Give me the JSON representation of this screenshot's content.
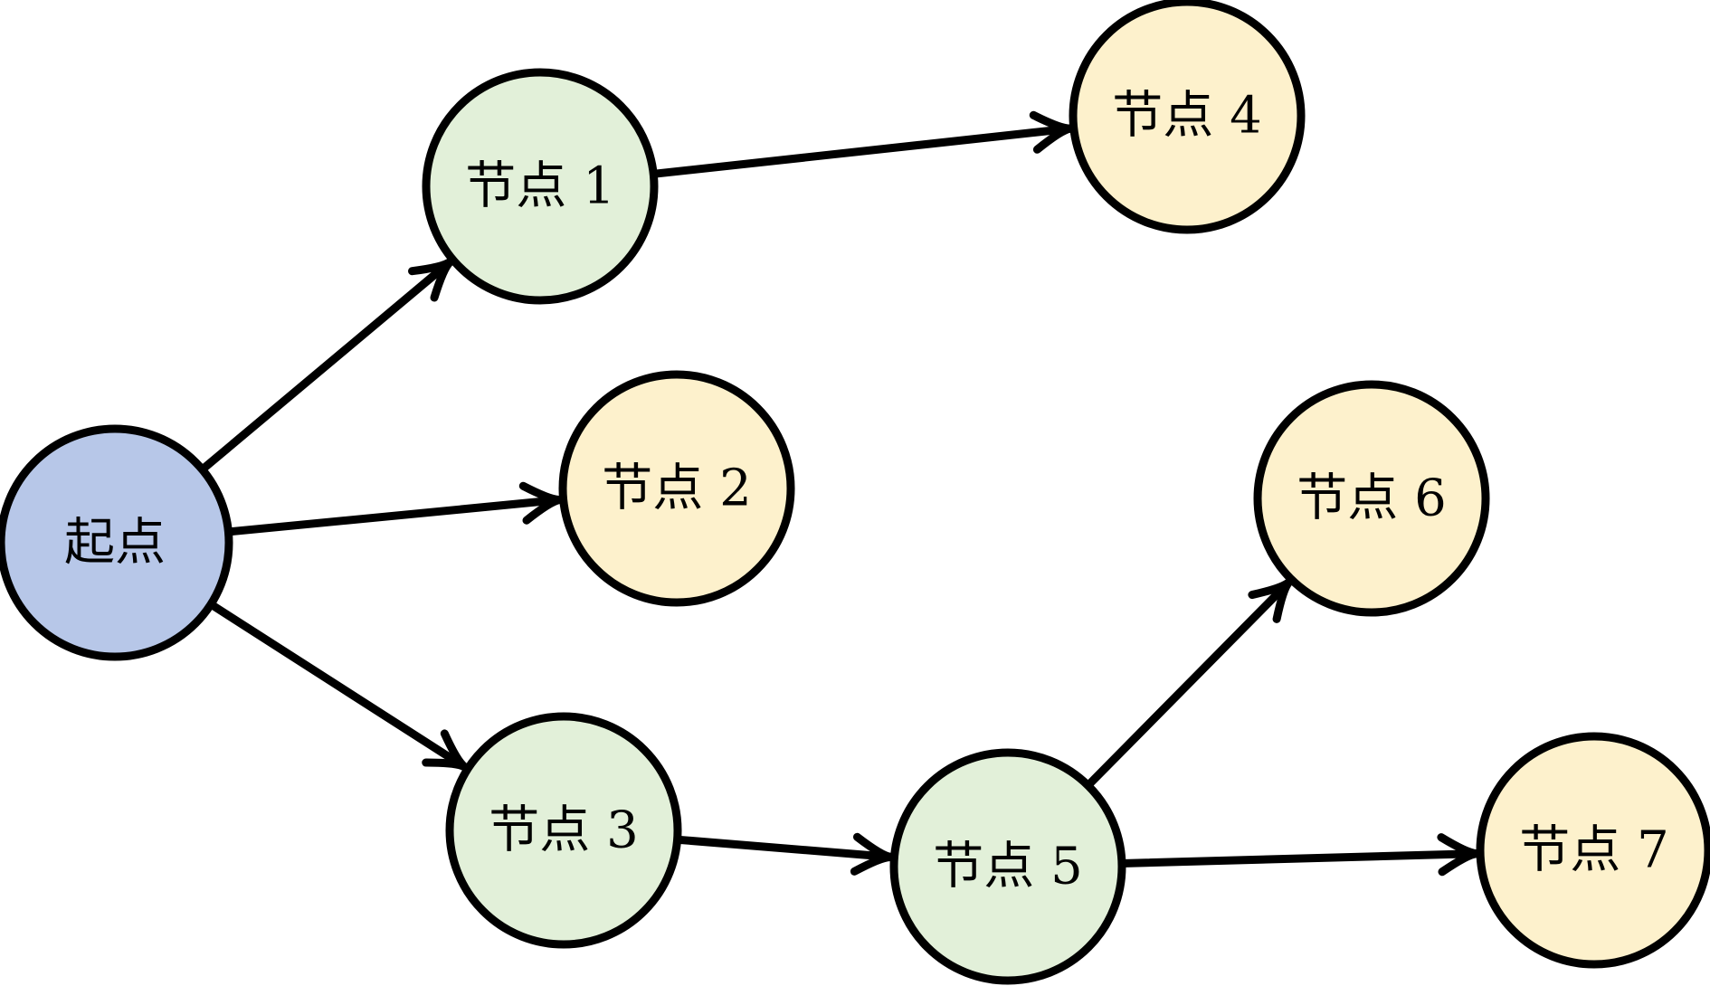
{
  "colors": {
    "start": "#b7c7e8",
    "intermediate": "#e2f0d9",
    "leaf": "#fdf1cc",
    "stroke": "#000000"
  },
  "nodes": [
    {
      "id": "start",
      "label": "起点",
      "kind": "start"
    },
    {
      "id": "n1",
      "label": "节点 1",
      "kind": "intermediate"
    },
    {
      "id": "n2",
      "label": "节点 2",
      "kind": "leaf"
    },
    {
      "id": "n3",
      "label": "节点 3",
      "kind": "intermediate"
    },
    {
      "id": "n4",
      "label": "节点 4",
      "kind": "leaf"
    },
    {
      "id": "n5",
      "label": "节点 5",
      "kind": "intermediate"
    },
    {
      "id": "n6",
      "label": "节点 6",
      "kind": "leaf"
    },
    {
      "id": "n7",
      "label": "节点 7",
      "kind": "leaf"
    }
  ],
  "edges": [
    {
      "from": "start",
      "to": "n1"
    },
    {
      "from": "start",
      "to": "n2"
    },
    {
      "from": "start",
      "to": "n3"
    },
    {
      "from": "n1",
      "to": "n4"
    },
    {
      "from": "n3",
      "to": "n5"
    },
    {
      "from": "n5",
      "to": "n6"
    },
    {
      "from": "n5",
      "to": "n7"
    }
  ]
}
